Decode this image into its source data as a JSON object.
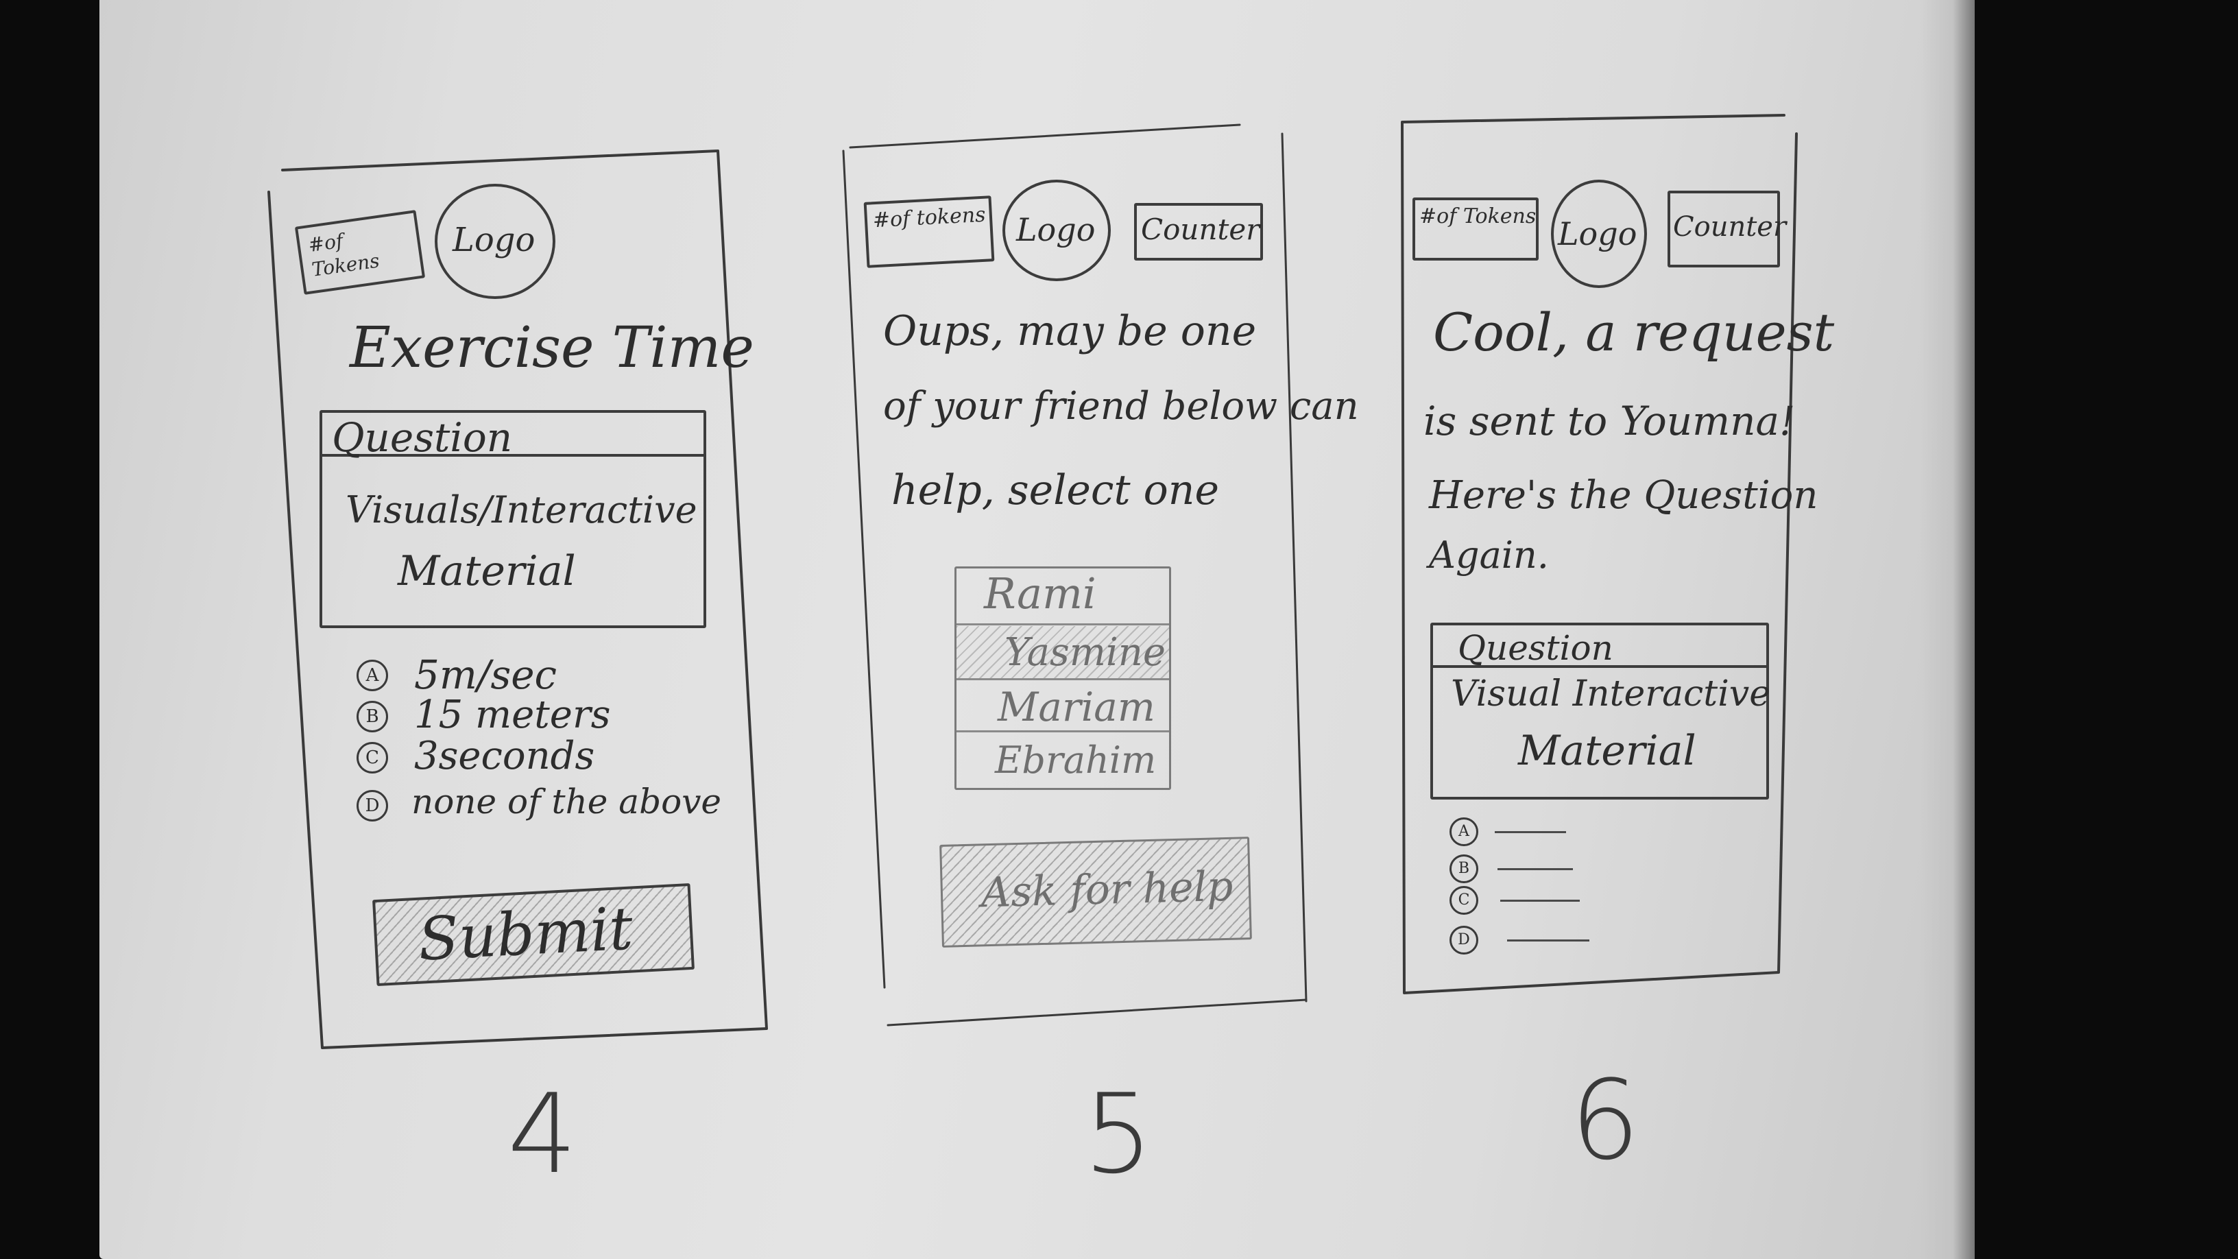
{
  "screens": [
    {
      "number": "4",
      "header": {
        "tokens": "#of Tokens",
        "logo": "Logo"
      },
      "title": "Exercise Time",
      "question_box": {
        "header": "Question",
        "body_line1": "Visuals/Interactive",
        "body_line2": "Material"
      },
      "options": [
        {
          "badge": "A",
          "text": "5m/sec"
        },
        {
          "badge": "B",
          "text": "15 meters"
        },
        {
          "badge": "C",
          "text": "3seconds"
        },
        {
          "badge": "D",
          "text": "none of the above"
        }
      ],
      "submit_label": "Submit"
    },
    {
      "number": "5",
      "header": {
        "tokens": "#of tokens",
        "logo": "Logo",
        "counter": "Counter"
      },
      "message_lines": [
        "Oups, may be one",
        "of your friend below can",
        "help, select one"
      ],
      "friends": [
        "Rami",
        "Yasmine",
        "Mariam",
        "Ebrahim"
      ],
      "ask_label": "Ask for help"
    },
    {
      "number": "6",
      "header": {
        "tokens": "#of Tokens",
        "logo": "Logo",
        "counter": "Counter"
      },
      "message_lines": [
        "Cool, a request",
        "is sent to Youmna!",
        "Here's the Question",
        "Again."
      ],
      "question_box": {
        "header": "Question",
        "body_line1": "Visual Interactive",
        "body_line2": "Material"
      },
      "options": [
        {
          "badge": "A",
          "text": "---"
        },
        {
          "badge": "B",
          "text": "---"
        },
        {
          "badge": "C",
          "text": "---"
        },
        {
          "badge": "D",
          "text": "---"
        }
      ]
    }
  ]
}
